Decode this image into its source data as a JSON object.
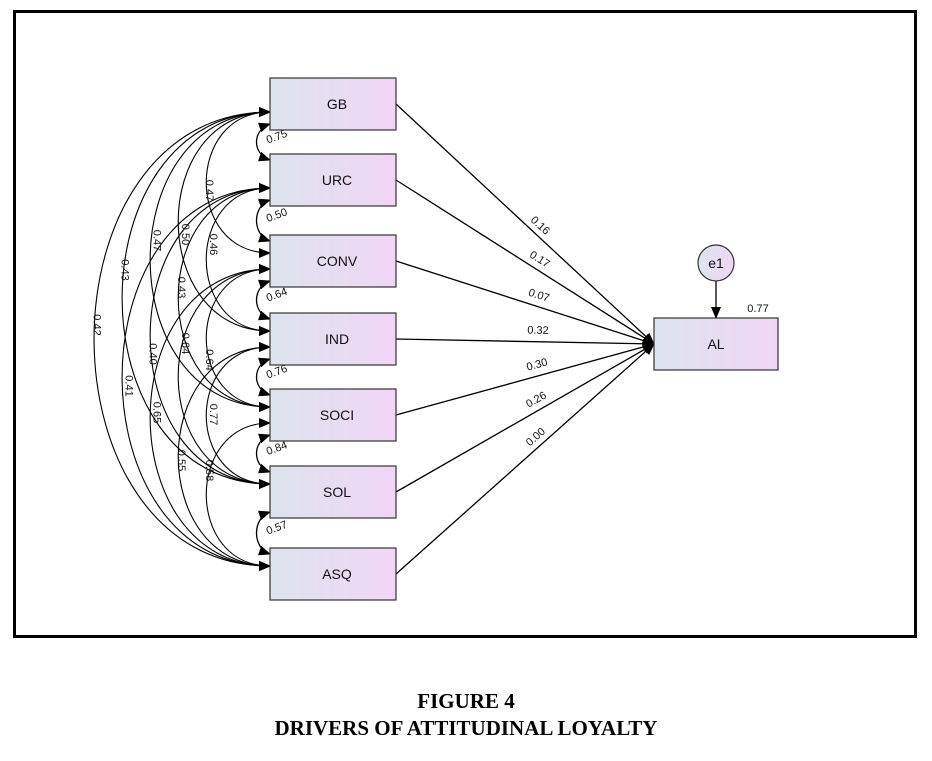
{
  "figure": {
    "number_label": "FIGURE 4",
    "title": "DRIVERS OF ATTITUDINAL LOYALTY"
  },
  "colors": {
    "box_gradient_start": "#dde4ee",
    "box_gradient_end": "#f1d6f6",
    "box_border": "#333333",
    "line": "#000000"
  },
  "diagram": {
    "predictors": [
      {
        "id": "GB",
        "label": "GB"
      },
      {
        "id": "URC",
        "label": "URC"
      },
      {
        "id": "CONV",
        "label": "CONV"
      },
      {
        "id": "IND",
        "label": "IND"
      },
      {
        "id": "SOCI",
        "label": "SOCI"
      },
      {
        "id": "SOL",
        "label": "SOL"
      },
      {
        "id": "ASQ",
        "label": "ASQ"
      }
    ],
    "outcome": {
      "id": "AL",
      "label": "AL",
      "r2": "0.77"
    },
    "error": {
      "id": "e1",
      "label": "e1"
    },
    "paths": [
      {
        "from": "GB",
        "value": "0.16"
      },
      {
        "from": "URC",
        "value": "0.17"
      },
      {
        "from": "CONV",
        "value": "0.07"
      },
      {
        "from": "IND",
        "value": "0.32"
      },
      {
        "from": "SOCI",
        "value": "0.30"
      },
      {
        "from": "SOL",
        "value": "0.26"
      },
      {
        "from": "ASQ",
        "value": "0.00"
      }
    ],
    "correlations": [
      {
        "a": "GB",
        "b": "URC",
        "value": "0.75"
      },
      {
        "a": "URC",
        "b": "CONV",
        "value": "0.50"
      },
      {
        "a": "CONV",
        "b": "IND",
        "value": "0.64"
      },
      {
        "a": "IND",
        "b": "SOCI",
        "value": "0.76"
      },
      {
        "a": "SOCI",
        "b": "SOL",
        "value": "0.84"
      },
      {
        "a": "SOL",
        "b": "ASQ",
        "value": "0.57"
      },
      {
        "a": "GB",
        "b": "CONV",
        "value": "0.47"
      },
      {
        "a": "URC",
        "b": "IND",
        "value": "0.46"
      },
      {
        "a": "CONV",
        "b": "SOCI",
        "value": "0.64"
      },
      {
        "a": "IND",
        "b": "SOL",
        "value": "0.77"
      },
      {
        "a": "SOCI",
        "b": "ASQ",
        "value": "0.58"
      },
      {
        "a": "GB",
        "b": "IND",
        "value": "0.50"
      },
      {
        "a": "URC",
        "b": "SOCI",
        "value": "0.43"
      },
      {
        "a": "CONV",
        "b": "SOL",
        "value": "0.64"
      },
      {
        "a": "IND",
        "b": "ASQ",
        "value": "0.55"
      },
      {
        "a": "GB",
        "b": "SOCI",
        "value": "0.47"
      },
      {
        "a": "URC",
        "b": "SOL",
        "value": "0.40"
      },
      {
        "a": "CONV",
        "b": "ASQ",
        "value": "0.65"
      },
      {
        "a": "GB",
        "b": "SOL",
        "value": "0.43"
      },
      {
        "a": "URC",
        "b": "ASQ",
        "value": "0.41"
      },
      {
        "a": "GB",
        "b": "ASQ",
        "value": "0.42"
      }
    ]
  }
}
